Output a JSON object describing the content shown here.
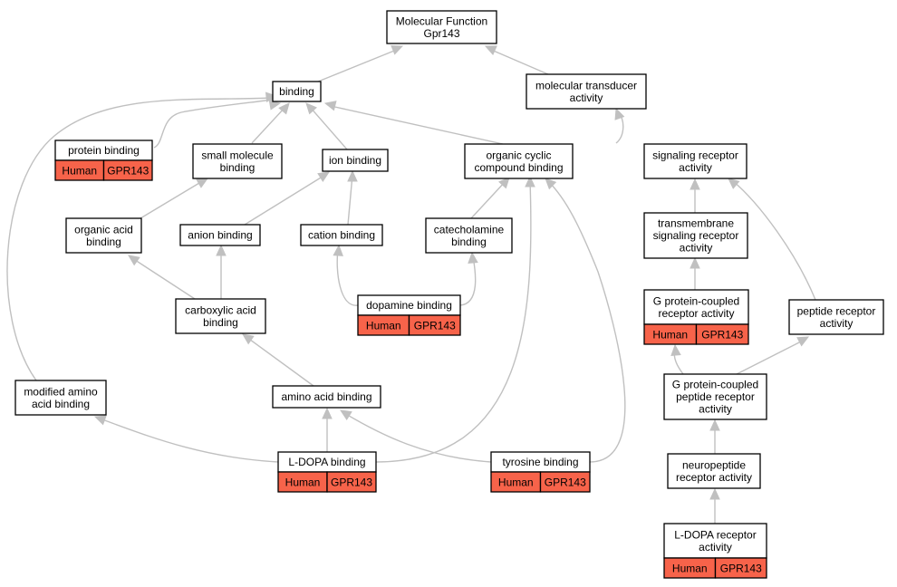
{
  "colors": {
    "annotation_fill": "#f7634a",
    "edge": "#c0c0c0",
    "border": "#000000",
    "node_fill": "#ffffff"
  },
  "nodes": {
    "mf": {
      "lines": [
        "Molecular Function",
        "Gpr143"
      ]
    },
    "binding": {
      "lines": [
        "binding"
      ]
    },
    "mol_transducer": {
      "lines": [
        "molecular transducer",
        "activity"
      ]
    },
    "protein_binding": {
      "lines": [
        "protein binding"
      ],
      "tags": [
        "Human",
        "GPR143"
      ]
    },
    "small_molecule": {
      "lines": [
        "small molecule",
        "binding"
      ]
    },
    "ion_binding": {
      "lines": [
        "ion binding"
      ]
    },
    "organic_cyclic": {
      "lines": [
        "organic cyclic",
        "compound binding"
      ]
    },
    "signaling_receptor": {
      "lines": [
        "signaling receptor",
        "activity"
      ]
    },
    "organic_acid": {
      "lines": [
        "organic acid",
        "binding"
      ]
    },
    "anion_binding": {
      "lines": [
        "anion binding"
      ]
    },
    "cation_binding": {
      "lines": [
        "cation binding"
      ]
    },
    "catecholamine": {
      "lines": [
        "catecholamine",
        "binding"
      ]
    },
    "transmembrane": {
      "lines": [
        "transmembrane",
        "signaling receptor",
        "activity"
      ]
    },
    "dopamine": {
      "lines": [
        "dopamine binding"
      ],
      "tags": [
        "Human",
        "GPR143"
      ]
    },
    "carboxylic": {
      "lines": [
        "carboxylic acid",
        "binding"
      ]
    },
    "gpcr": {
      "lines": [
        "G protein-coupled",
        "receptor activity"
      ],
      "tags": [
        "Human",
        "GPR143"
      ]
    },
    "peptide_receptor": {
      "lines": [
        "peptide receptor",
        "activity"
      ]
    },
    "modified_amino": {
      "lines": [
        "modified amino",
        "acid binding"
      ]
    },
    "amino_acid": {
      "lines": [
        "amino acid binding"
      ]
    },
    "gp_peptide": {
      "lines": [
        "G protein-coupled",
        "peptide receptor",
        "activity"
      ]
    },
    "ldopa_binding": {
      "lines": [
        "L-DOPA binding"
      ],
      "tags": [
        "Human",
        "GPR143"
      ]
    },
    "tyrosine": {
      "lines": [
        "tyrosine binding"
      ],
      "tags": [
        "Human",
        "GPR143"
      ]
    },
    "neuropeptide": {
      "lines": [
        "neuropeptide",
        "receptor activity"
      ]
    },
    "ldopa_receptor": {
      "lines": [
        "L-DOPA receptor",
        "activity"
      ],
      "tags": [
        "Human",
        "GPR143"
      ]
    }
  }
}
